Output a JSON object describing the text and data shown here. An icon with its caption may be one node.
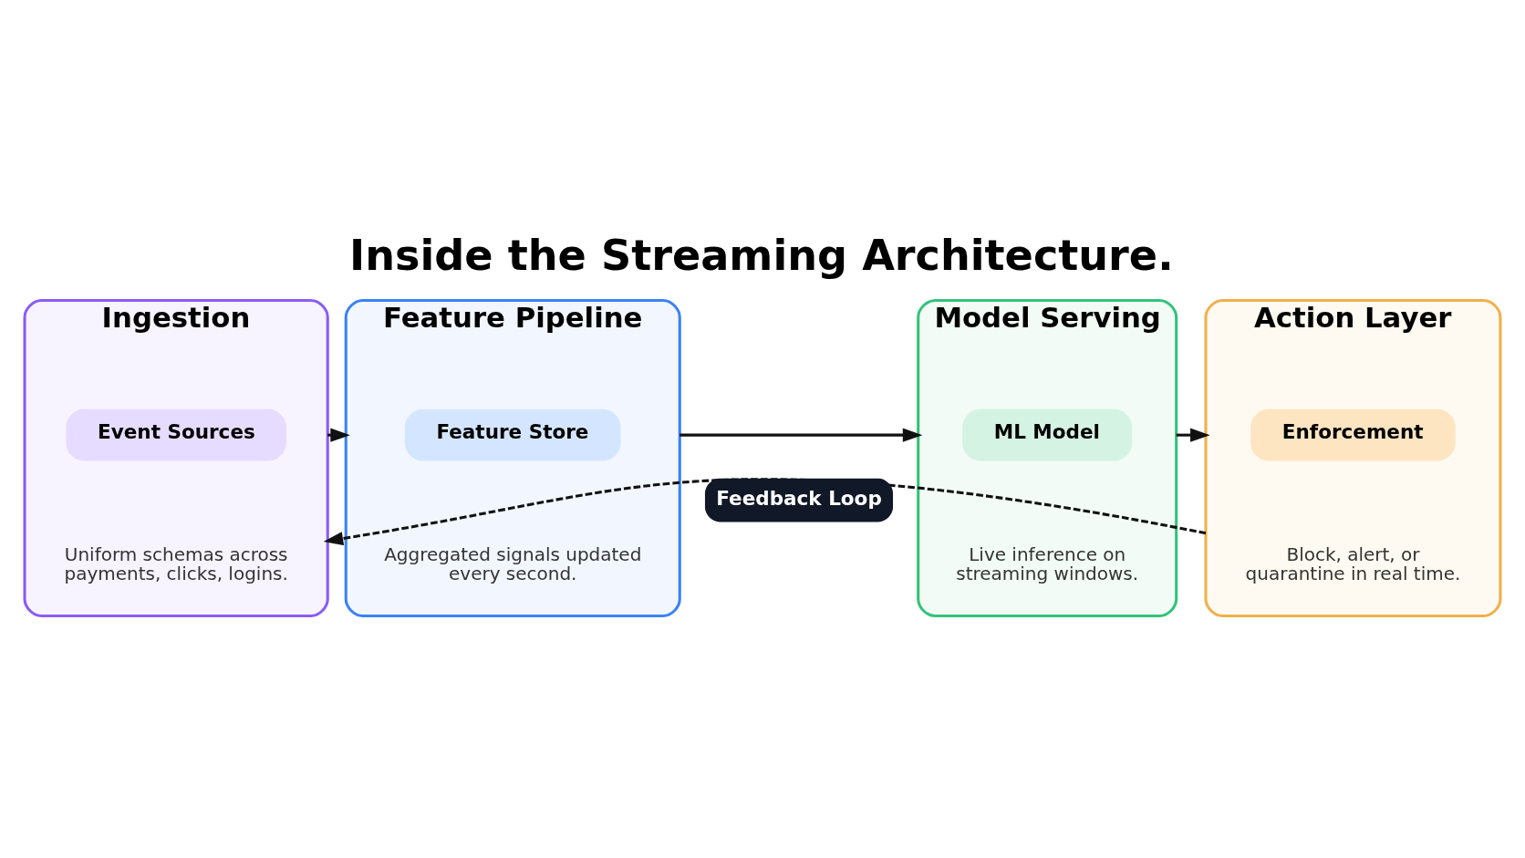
{
  "diagram": {
    "title": "Inside the Streaming Architecture.",
    "nodes": [
      {
        "text": [
          "Ingestion",
          "Uniform schemas across payments, clicks, logins."
        ]
      },
      {
        "text": [
          "Event Sources"
        ],
        "in": 0
      },
      {
        "text": [
          "Feature Pipeline",
          "Aggregated signals updated every second."
        ]
      },
      {
        "text": [
          "Feature Store"
        ],
        "in": 2
      },
      {
        "text": [
          "Model Serving",
          "Live inference on streaming windows."
        ]
      },
      {
        "text": [
          "ML Model"
        ],
        "in": 4
      },
      {
        "text": [
          "Action Layer",
          "Block, alert, or quarantine in real time."
        ]
      },
      {
        "text": [
          "Enforcement"
        ],
        "in": 6
      }
    ],
    "edges": [
      {
        "from": 0,
        "to": 2,
        "arrow": "to"
      },
      {
        "from": 2,
        "to": 4,
        "arrow": "to"
      },
      {
        "from": 4,
        "to": 6,
        "arrow": "to"
      },
      {
        "from": 6,
        "to": 0,
        "arrow": "to",
        "label": "Feedback Loop",
        "style": "dashed"
      }
    ]
  }
}
